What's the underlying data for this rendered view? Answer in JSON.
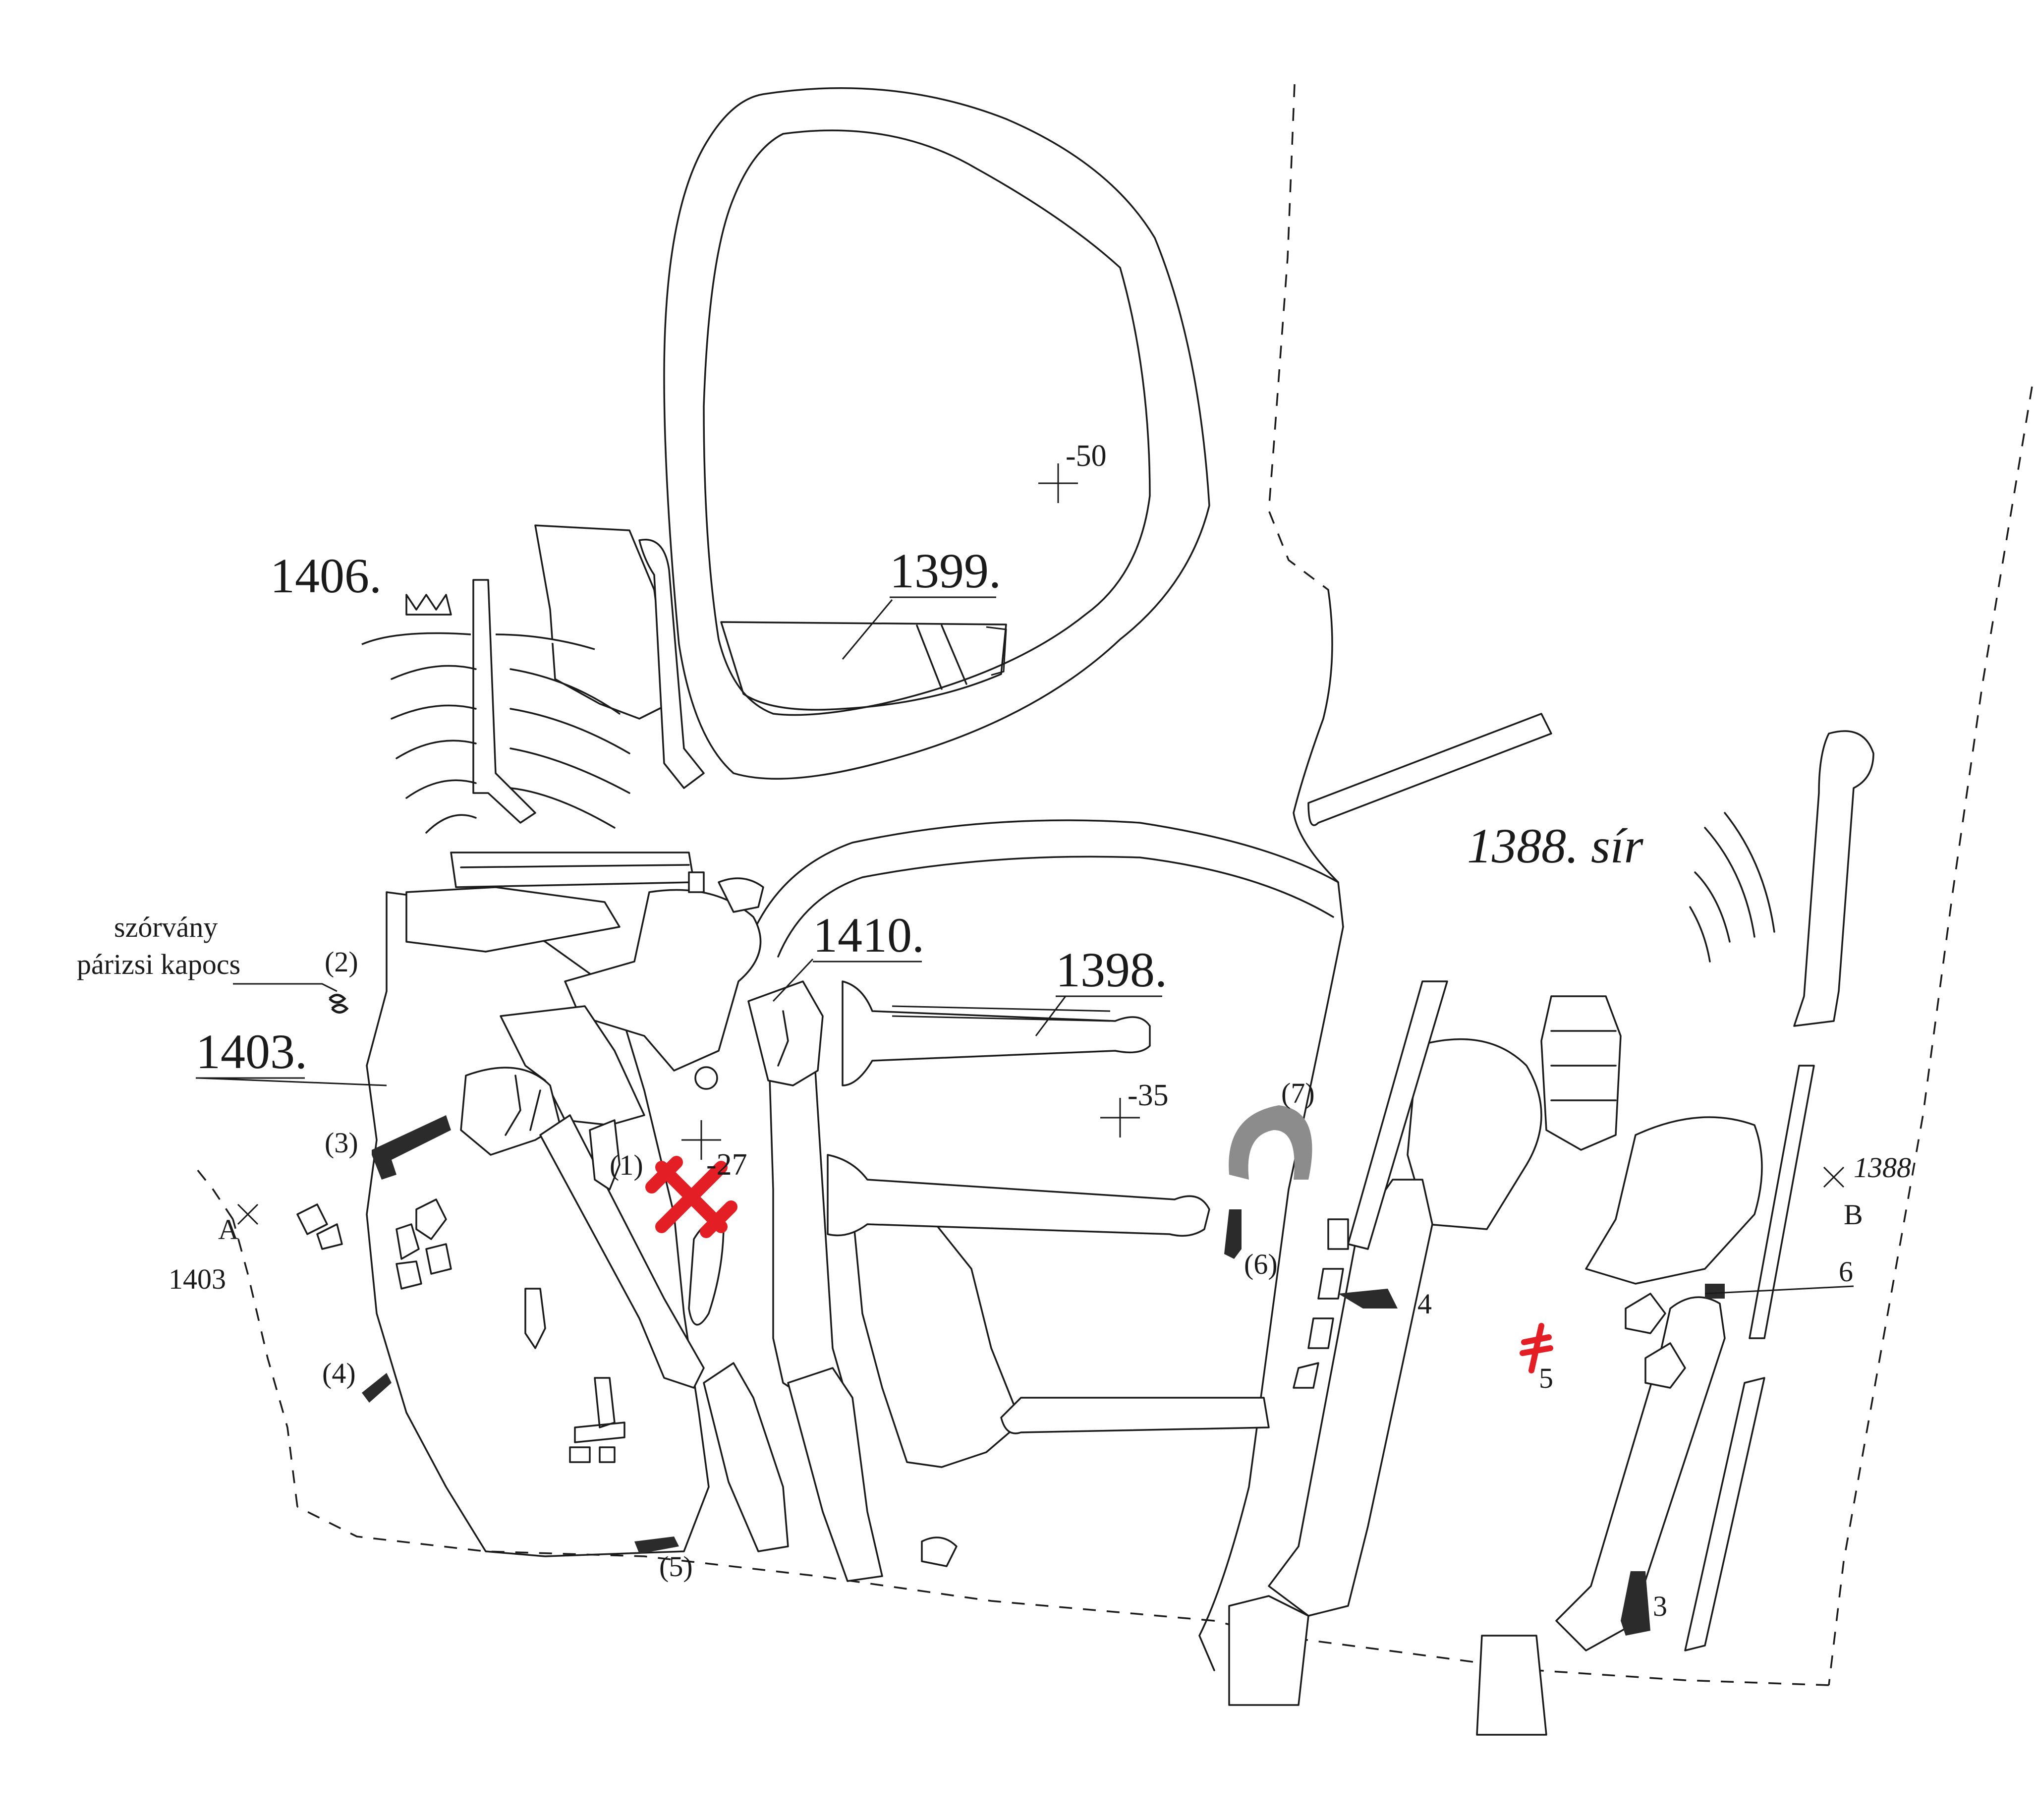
{
  "labels": {
    "grave_1406": "1406.",
    "grave_1399": "1399.",
    "grave_1410": "1410.",
    "grave_1398": "1398.",
    "grave_1403": "1403.",
    "grave_1388": "1388. sír",
    "note_line1": "szórvány",
    "note_line2": "párizsi kapocs",
    "depth_50": "-50",
    "depth_35": "-35",
    "depth_27": "-27",
    "point_a": "A",
    "point_a_code": "1403",
    "point_b": "B",
    "point_b_code": "1388"
  },
  "finds_1403": [
    "(1)",
    "(2)",
    "(3)",
    "(4)",
    "(5)",
    "(6)",
    "(7)"
  ],
  "finds_1388": [
    "3",
    "4",
    "5",
    "6"
  ],
  "colors": {
    "line": "#1a1a1a",
    "cross_find": "#e31e24",
    "iron_find": "#2b2b2b",
    "grey_find": "#8c8c8c",
    "background": "#ffffff"
  },
  "icons": {
    "double_cross_find": "red-patriarchal-cross-icon",
    "iron_find": "iron-object-icon",
    "depth_marker": "plus-cross-icon",
    "section_point": "x-cross-icon"
  }
}
